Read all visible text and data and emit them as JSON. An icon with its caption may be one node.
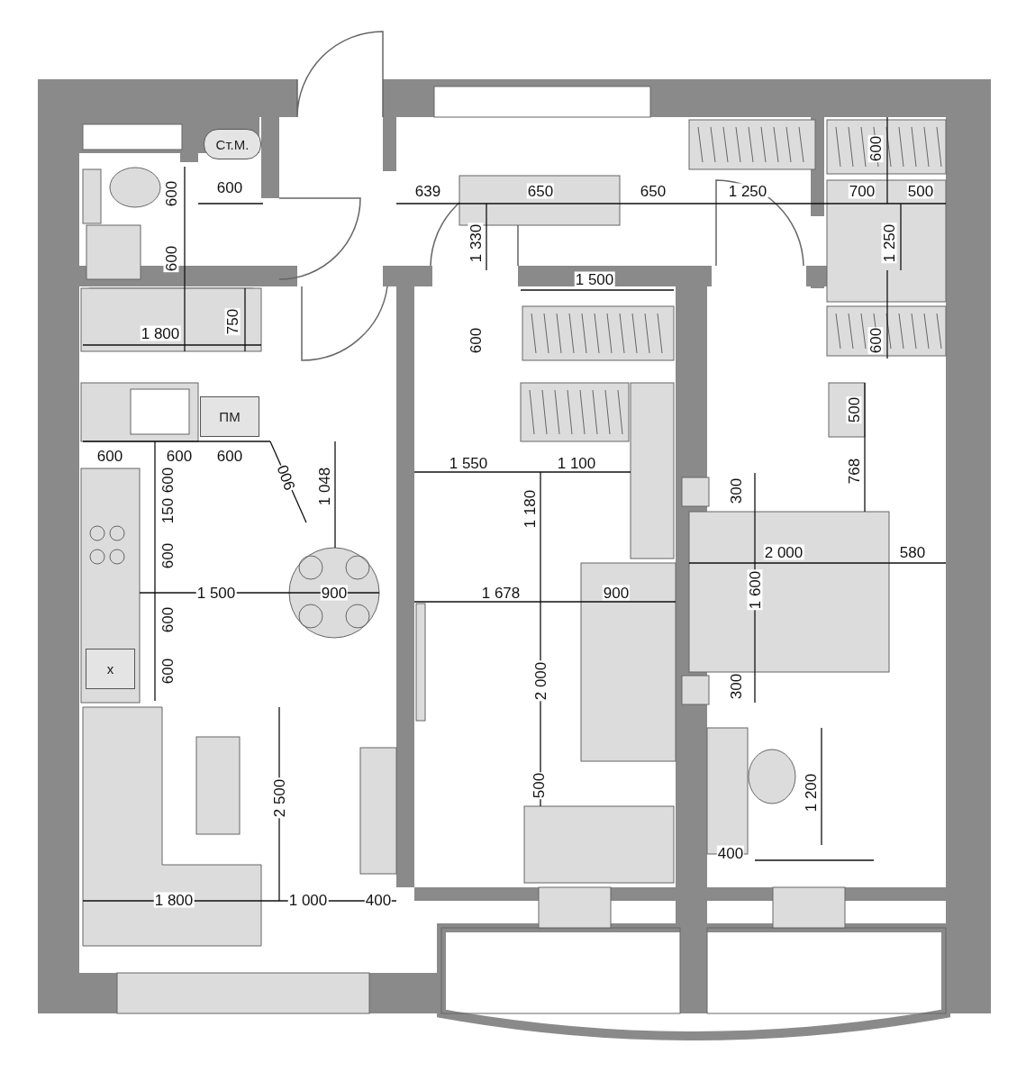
{
  "diagram": {
    "nodes": [
      {
        "text": [
          "Ст.М."
        ]
      },
      {
        "text": [
          "ПМ"
        ]
      },
      {
        "text": [
          "х"
        ]
      }
    ],
    "labels": [
      "600",
      "639",
      "650",
      "650",
      "1 250",
      "700",
      "500",
      "600",
      "600",
      "1 330",
      "1 250",
      "600",
      "1 500",
      "600",
      "750",
      "1 800",
      "600",
      "500",
      "600",
      "600",
      "600",
      "900",
      "1 550",
      "1 100",
      "768",
      "1 048",
      "600",
      "150",
      "1 180",
      "300",
      "600",
      "2 000",
      "580",
      "1 500",
      "900",
      "1 678",
      "900",
      "1 600",
      "600",
      "600",
      "2 000",
      "300",
      "1 200",
      "500",
      "2 500",
      "400",
      "1 800",
      "1 000",
      "400"
    ]
  }
}
